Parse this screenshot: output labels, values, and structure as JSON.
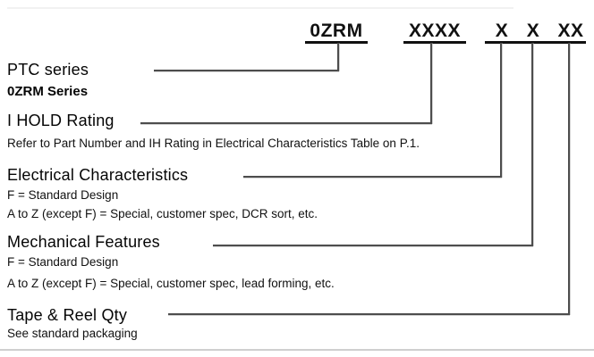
{
  "part_number": {
    "series_code": "0ZRM",
    "ihold_code": "XXXX",
    "electrical_code": "X",
    "mechanical_code": "X",
    "tape_reel_code": "XX"
  },
  "sections": [
    {
      "title": "PTC series",
      "lines": [
        "0ZRM Series"
      ]
    },
    {
      "title": "I HOLD Rating",
      "lines": [
        "Refer to Part Number and IH Rating in Electrical Characteristics Table on P.1."
      ]
    },
    {
      "title": "Electrical Characteristics",
      "lines": [
        "F = Standard Design",
        "A to Z (except F) = Special, customer spec, DCR sort, etc."
      ]
    },
    {
      "title": "Mechanical Features",
      "lines": [
        "F = Standard Design",
        "A to Z (except F) = Special, customer spec, lead forming, etc."
      ]
    },
    {
      "title": "Tape & Reel Qty",
      "lines": [
        "See standard packaging"
      ]
    }
  ],
  "colors": {
    "connector_line": "#4d4d4d",
    "underline": "#111111",
    "text": "#000000",
    "background": "#ffffff"
  }
}
